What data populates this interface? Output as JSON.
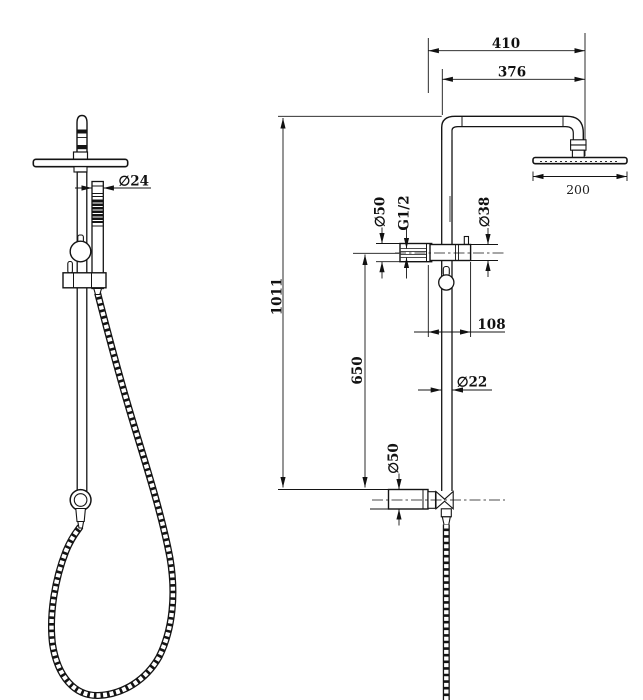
{
  "drawing": {
    "colors": {
      "line": "#141414",
      "background": "#ffffff"
    },
    "left_view": {
      "dims": {
        "hand_shower_diameter": "∅24"
      }
    },
    "right_view": {
      "dims": {
        "overall_arm_width": "410",
        "arm_projection": "376",
        "head_diameter": "200",
        "inlet_flange_diameter": "∅50",
        "inlet_thread_size": "G1/2",
        "diverter_body_diameter": "∅38",
        "overall_height": "1011",
        "lower_rail_height": "650",
        "valve_projection": "108",
        "riser_pipe_diameter": "∅22",
        "bottom_bracket_diameter": "∅50"
      }
    }
  }
}
